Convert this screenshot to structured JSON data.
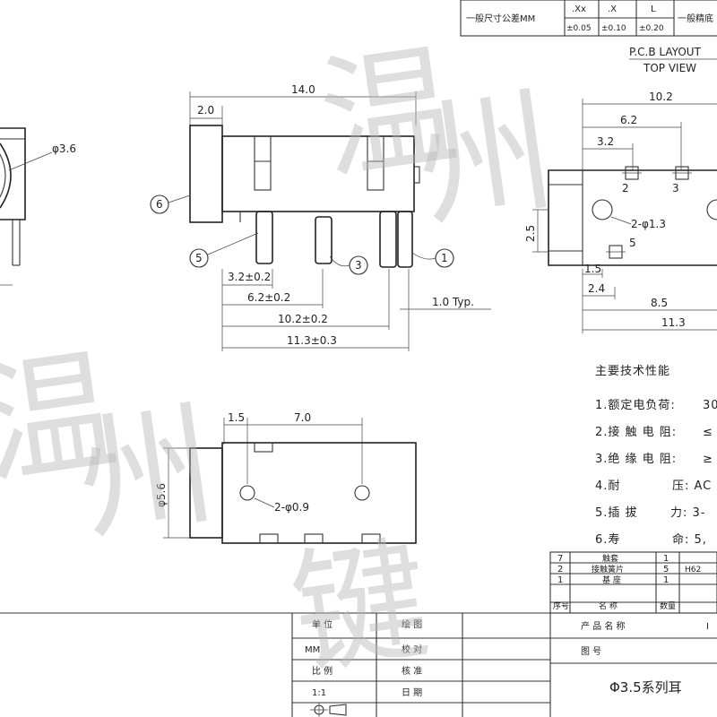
{
  "tolerance_table": {
    "label": "一般尺寸公差MM",
    "headers": [
      ".Xx",
      ".X",
      "L"
    ],
    "values": [
      "±0.05",
      "±0.10",
      "±0.20"
    ],
    "right_label": "一般精底"
  },
  "pcb_layout": {
    "title": "P.C.B LAYOUT",
    "subtitle": "TOP VIEW",
    "dims": {
      "d102": "10.2",
      "d62": "6.2",
      "d32": "3.2",
      "d25": "2.5",
      "d15": "1.5",
      "d24": "2.4",
      "d85": "8.5",
      "d113": "11.3"
    },
    "pins": {
      "p2": "2",
      "p3": "3",
      "p5": "5"
    },
    "holes": "2-φ1.3"
  },
  "side_view": {
    "dims": {
      "total": "14.0",
      "head": "2.0",
      "p5": "3.2±0.2",
      "p3": "6.2±0.2",
      "p1": "10.2±0.2",
      "all": "11.3±0.3",
      "pin_width": "1.0 Typ."
    },
    "balloons": {
      "b6": "6",
      "b5": "5",
      "b3": "3",
      "b1": "1"
    }
  },
  "left_view": {
    "hole_label": "φ3.6"
  },
  "bottom_view": {
    "dims": {
      "d15": "1.5",
      "d70": "7.0",
      "d56": "φ5.6"
    },
    "holes": "2-φ0.9"
  },
  "specs": {
    "title": "主要技术性能",
    "items": [
      {
        "label": "1.额定电负荷:",
        "value": "30"
      },
      {
        "label": "2.接 触 电 阻:",
        "value": "≤"
      },
      {
        "label": "3.绝 缘 电 阻:",
        "value": "≥"
      },
      {
        "label": "4.耐",
        "value": "压: AC"
      },
      {
        "label": "5.插 拔",
        "value": "力: 3-"
      },
      {
        "label": "6.寿",
        "value": "命: 5,"
      }
    ]
  },
  "bom": {
    "rows": [
      {
        "no": "7",
        "name": "触套",
        "qty": "1",
        "extra": ""
      },
      {
        "no": "2",
        "name": "接触簧片",
        "qty": "5",
        "extra": "H62"
      },
      {
        "no": "1",
        "name": "基 座",
        "qty": "1",
        "extra": ""
      }
    ],
    "header": {
      "no": "序号",
      "name": "名 称",
      "qty": "数量"
    }
  },
  "title_block": {
    "labels": {
      "unit": "单 位",
      "drawn": "绘 图",
      "mm": "MM",
      "check": "校 对",
      "scale": "比 例",
      "approve": "核 准",
      "ratio": "1:1",
      "date": "日 期",
      "product_name": "产 品 名 称",
      "drawing_no": "图 号"
    },
    "product_code": "I",
    "product_title": "Φ3.5系列耳"
  },
  "watermark": {
    "c1": "温",
    "c2": "州",
    "c3": "键",
    "c4": "温",
    "c5": "州"
  }
}
